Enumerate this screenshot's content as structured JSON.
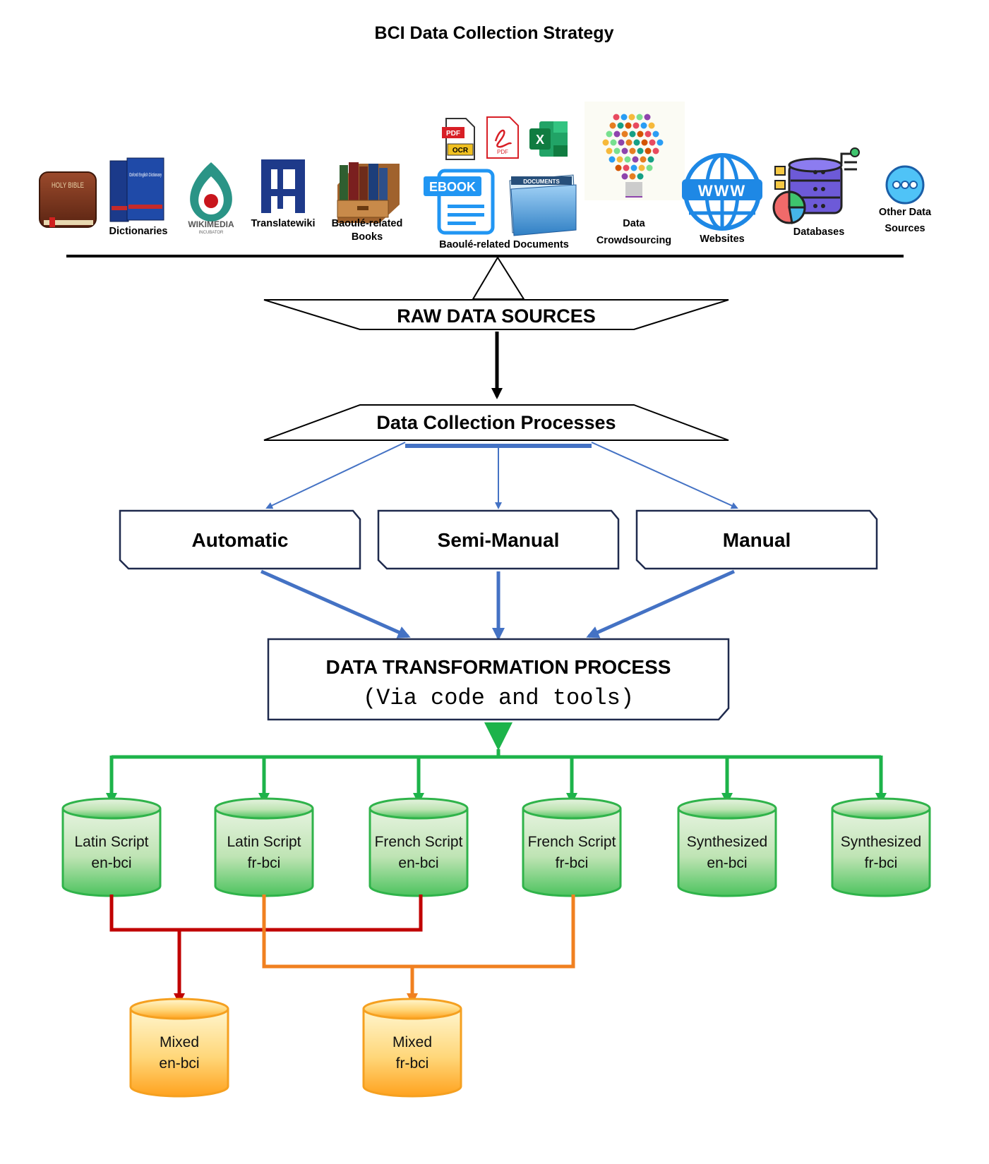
{
  "title": "BCI Data Collection Strategy",
  "sources": [
    {
      "icon": "holy-bible-icon",
      "label": "",
      "icon_text": "HOLY BIBLE"
    },
    {
      "icon": "dictionary-books-icon",
      "label": "Dictionaries",
      "icon_text": "Oxford English Dictionary"
    },
    {
      "icon": "wikimedia-incubator-icon",
      "label": "",
      "icon_text": "WIKIMEDIA",
      "icon_subtext": "INCUBATOR"
    },
    {
      "icon": "translatewiki-icon",
      "label": "Translatewiki"
    },
    {
      "icon": "books-icon",
      "label_lines": [
        "Baoulé-related",
        "Books"
      ]
    },
    {
      "icon": "documents-icons",
      "label": "Baoulé-related Documents",
      "icon_texts": [
        "PDF",
        "OCR",
        "PDF",
        "X",
        "EBOOK",
        "DOCUMENTS"
      ]
    },
    {
      "icon": "crowdsourcing-bulb-icon",
      "label_lines": [
        "Data",
        "Crowdsourcing"
      ]
    },
    {
      "icon": "www-globe-icon",
      "label": "Websites",
      "icon_text": "WWW"
    },
    {
      "icon": "database-icon",
      "label": "Databases"
    },
    {
      "icon": "more-dots-icon",
      "label_lines": [
        "Other Data",
        "Sources"
      ]
    }
  ],
  "raw_data_label": "RAW DATA SOURCES",
  "collection_label": "Data Collection Processes",
  "methods": [
    "Automatic",
    "Semi-Manual",
    "Manual"
  ],
  "transform": {
    "title": "DATA TRANSFORMATION PROCESS",
    "subtitle": "(Via code and tools)"
  },
  "datasets": [
    {
      "line1": "Latin Script",
      "line2": "en-bci"
    },
    {
      "line1": "Latin Script",
      "line2": "fr-bci"
    },
    {
      "line1": "French Script",
      "line2": "en-bci"
    },
    {
      "line1": "French Script",
      "line2": "fr-bci"
    },
    {
      "line1": "Synthesized",
      "line2": "en-bci"
    },
    {
      "line1": "Synthesized",
      "line2": "fr-bci"
    }
  ],
  "mixed": [
    {
      "line1": "Mixed",
      "line2": "en-bci"
    },
    {
      "line1": "Mixed",
      "line2": "fr-bci"
    }
  ],
  "colors": {
    "blue_arrow": "#4472c4",
    "green": "#1db34a",
    "red": "#c00000",
    "orange": "#f08020",
    "box_border": "#1f2a4d",
    "green_cyl_top": "#e2f1dc",
    "green_cyl_bottom": "#5cc86a",
    "orange_cyl_top": "#fff4c8",
    "orange_cyl_bottom": "#ffb030"
  }
}
